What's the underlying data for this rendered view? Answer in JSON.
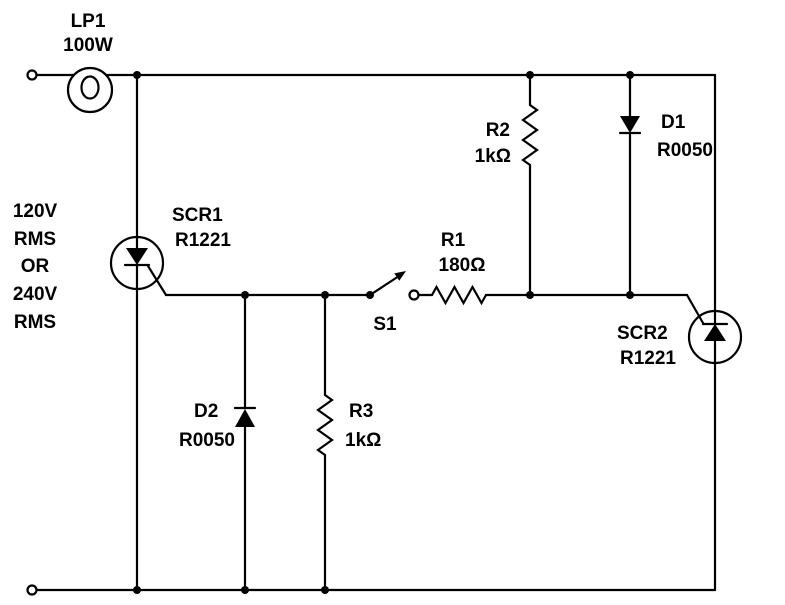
{
  "page": {
    "background": "#ffffff",
    "ink": "#000000"
  },
  "schematic": {
    "supply": {
      "lines": [
        "120V",
        "RMS",
        "OR",
        "240V",
        "RMS"
      ]
    },
    "lamp": {
      "ref": "LP1",
      "rating": "100W"
    },
    "scr1": {
      "ref": "SCR1",
      "part": "R1221"
    },
    "scr2": {
      "ref": "SCR2",
      "part": "R1221"
    },
    "d1": {
      "ref": "D1",
      "part": "R0050"
    },
    "d2": {
      "ref": "D2",
      "part": "R0050"
    },
    "r1": {
      "ref": "R1",
      "value": "180Ω"
    },
    "r2": {
      "ref": "R2",
      "value": "1kΩ"
    },
    "r3": {
      "ref": "R3",
      "value": "1kΩ"
    },
    "s1": {
      "ref": "S1"
    }
  }
}
